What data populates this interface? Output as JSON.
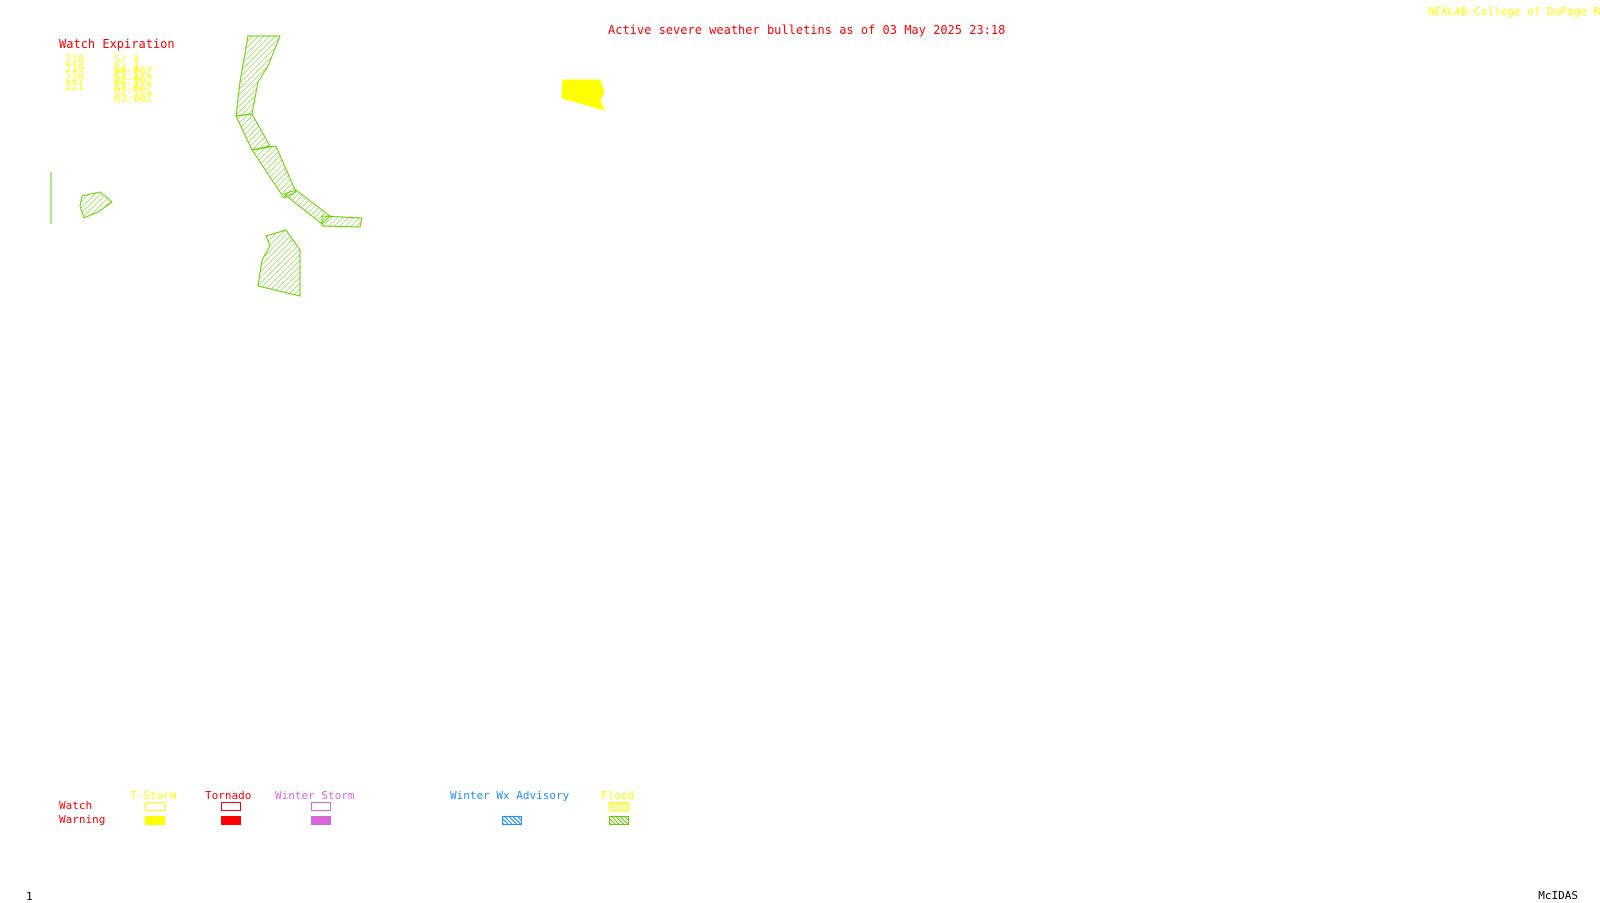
{
  "colors": {
    "background": "#ffffff",
    "red": "#ff0000",
    "yellow": "#ffff00",
    "green": "#66cc00",
    "violet": "#d966d9",
    "blue": "#1e90ff",
    "black": "#000000"
  },
  "header": {
    "credit": "NEXLAB-College of DuPage R",
    "title": "Active severe weather bulletins as of 03 May 2025 23:18"
  },
  "watch_table": {
    "heading": "Watch Expiration",
    "rows": [
      {
        "number": "218",
        "expires": "5/ 4 00:00Z"
      },
      {
        "number": "219",
        "expires": "5/ 4 02:00Z"
      },
      {
        "number": "220",
        "expires": "5/ 4 03:00Z"
      },
      {
        "number": "221",
        "expires": "5/ 4 03:00Z"
      }
    ]
  },
  "legend": {
    "row_labels": {
      "watch": "Watch",
      "warning": "Warning"
    },
    "categories": [
      {
        "label": "T-Storm",
        "color": "#ffff00",
        "watch_style": "outline",
        "warning_style": "solid"
      },
      {
        "label": "Tornado",
        "color": "#ff0000",
        "watch_style": "outline",
        "warning_style": "solid"
      },
      {
        "label": "Winter Storm",
        "color": "#d966d9",
        "watch_style": "outline",
        "warning_style": "solid"
      },
      {
        "label": "Winter Wx Advisory",
        "color": "#1e90ff",
        "watch_style": "none",
        "warning_style": "hatched"
      },
      {
        "label": "Flood",
        "color": "#ffff00",
        "watch_style": "hatched",
        "warning_style": "hatched",
        "warning_color": "#66cc00"
      }
    ]
  },
  "map": {
    "features": [
      {
        "name": "flood-warning-area",
        "type": "flood warning",
        "color": "#66cc00",
        "fill": "hatched"
      },
      {
        "name": "tstorm-warning-area",
        "type": "T-Storm warning",
        "color": "#ffff00",
        "fill": "solid"
      }
    ]
  },
  "footer": {
    "frame_number": "1",
    "software": "McIDAS"
  }
}
